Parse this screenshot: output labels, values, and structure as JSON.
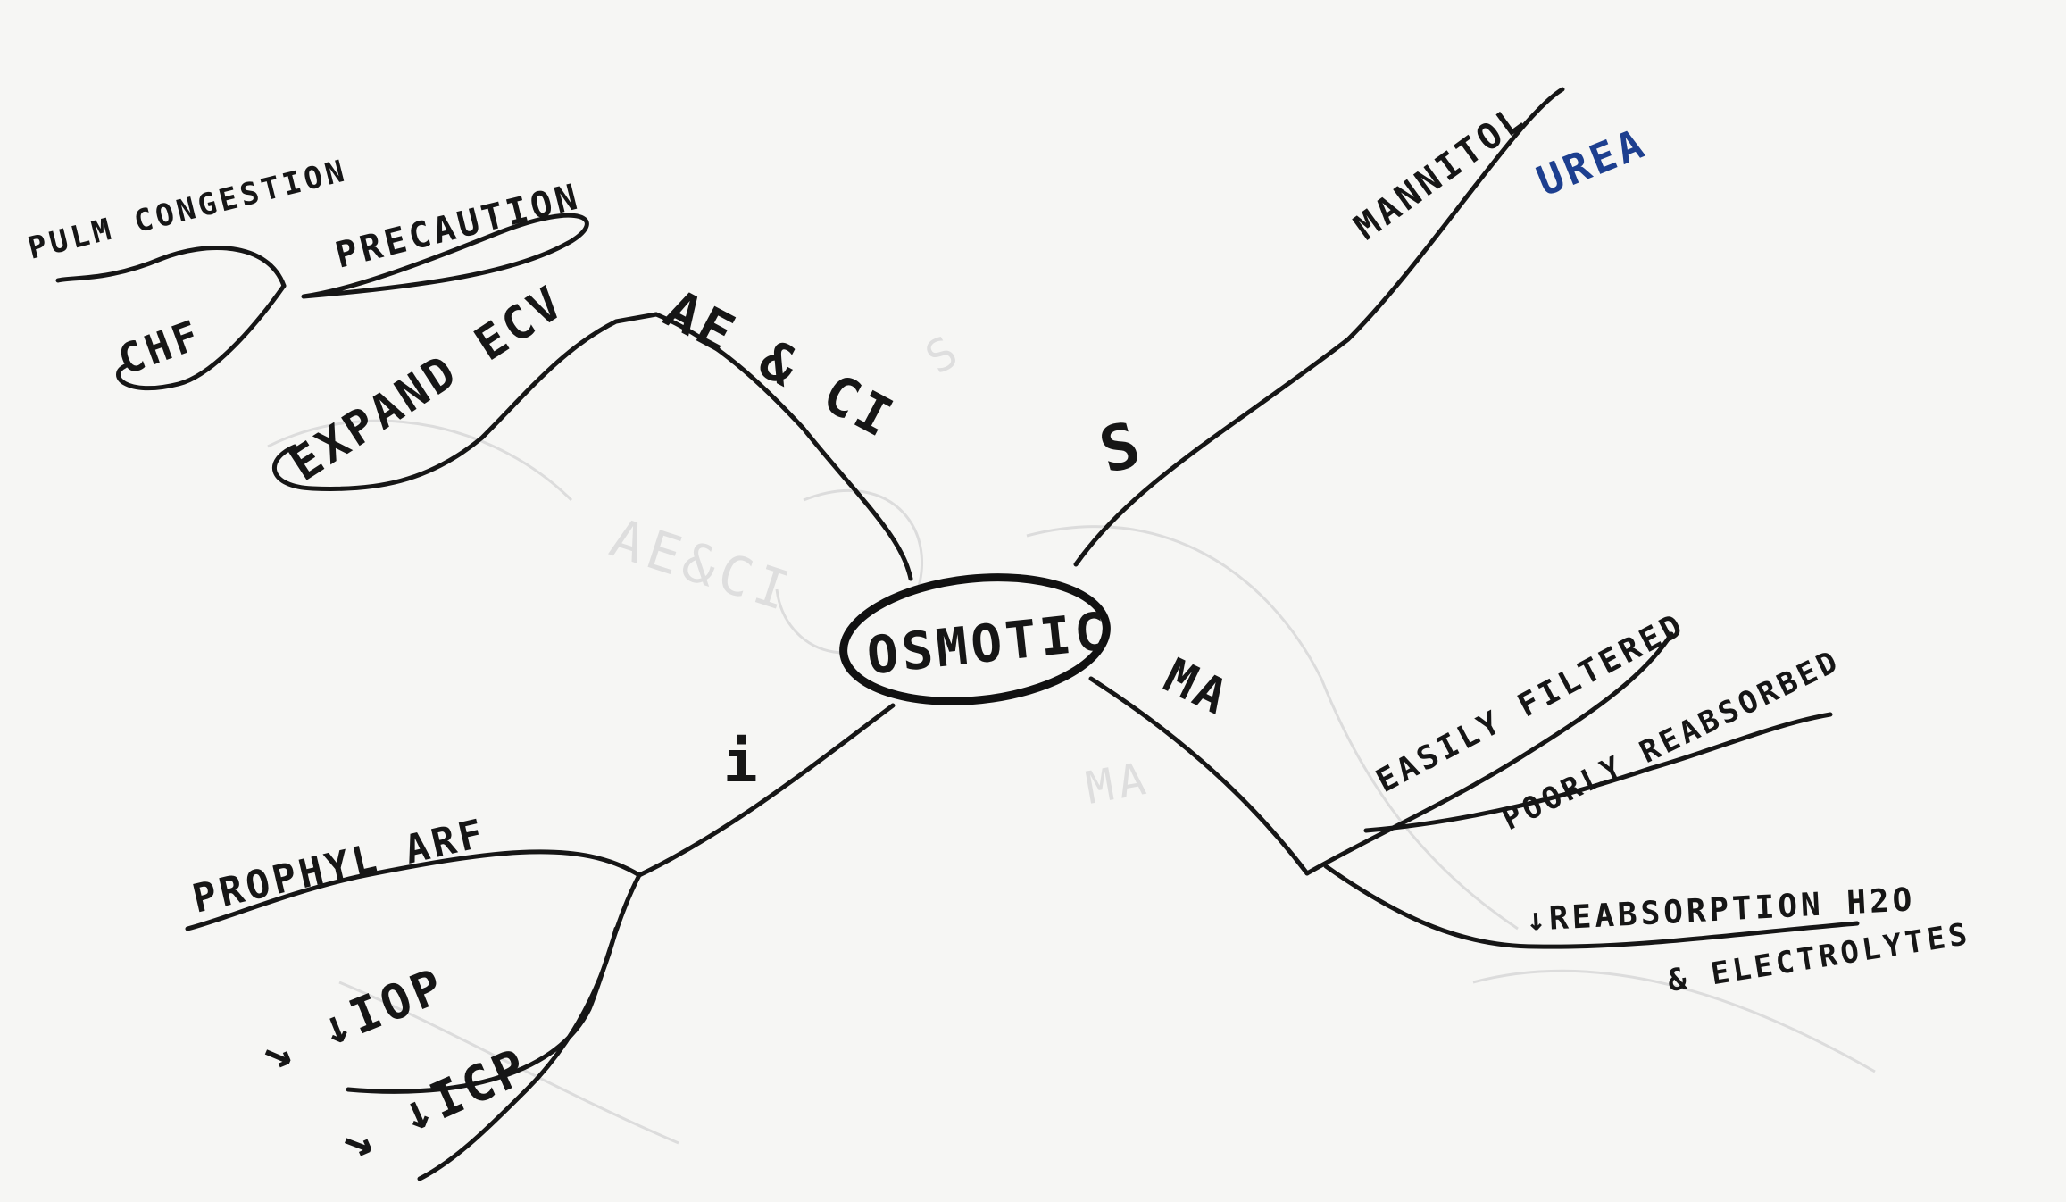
{
  "center": {
    "label": "OSMOTIC"
  },
  "branches": {
    "ae_ci": {
      "label": "AE & CI",
      "expand": "EXPAND ECV",
      "precaution": "PRECAUTION",
      "chf": "CHF",
      "pulm": "PULM CONGESTION"
    },
    "s": {
      "label": "S",
      "mannitol": "MANNITOL",
      "urea": "UREA"
    },
    "ma": {
      "label": "MA",
      "easily": "EASILY FILTERED",
      "poorly": "POORLY REABSORBED",
      "reabsorb": "↓REABSORPTION H2O",
      "electrolytes": "& ELECTROLYTES"
    },
    "i": {
      "label": "i",
      "prophyl": "PROPHYL ARF",
      "iop": "↘ ↓IOP",
      "icp": "↘ ↓ICP"
    }
  },
  "colors": {
    "ink": "#161616",
    "blue_ink": "#1d3f8f",
    "paper": "#f6f6f4"
  }
}
